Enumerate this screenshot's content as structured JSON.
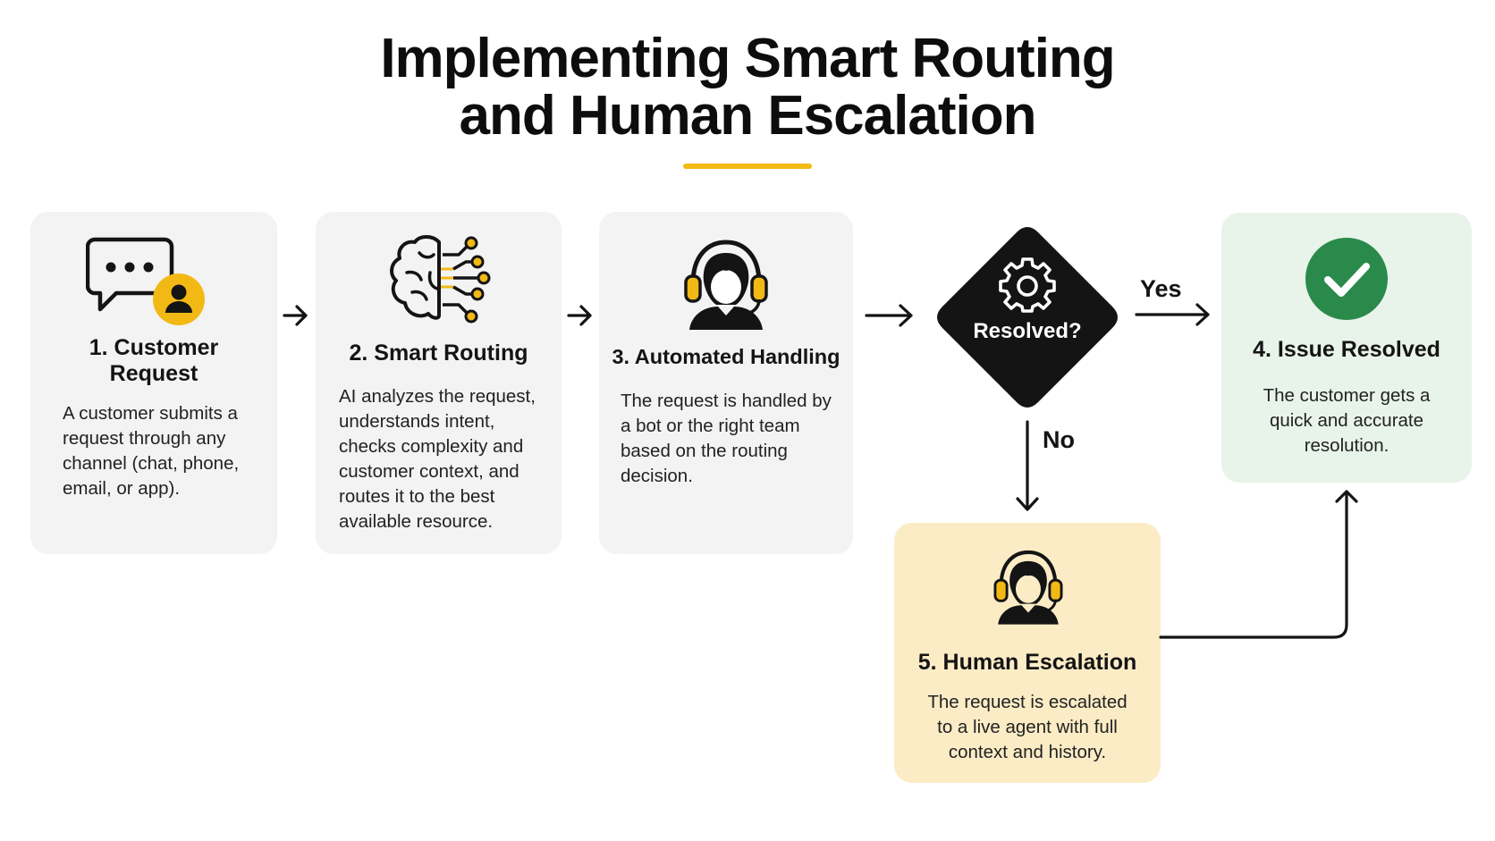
{
  "title": {
    "line1": "Implementing Smart Routing",
    "line2": "and Human Escalation"
  },
  "accent_color": "#f2b915",
  "steps": [
    {
      "title_line1": "1. Customer",
      "title_line2": "Request",
      "description": "A customer submits a request through any channel (chat, phone, email, or app).",
      "icon": "chat-bubble-user-icon"
    },
    {
      "title": "2. Smart Routing",
      "description": "AI analyzes the request, understands intent, checks complexity and customer context, and routes it to the best available resource.",
      "icon": "ai-brain-circuit-icon"
    },
    {
      "title": "3. Automated Handling",
      "description": "The request is handled by a bot or the right team based on the routing decision.",
      "icon": "agent-headset-icon"
    }
  ],
  "decision": {
    "label": "Resolved?",
    "yes_label": "Yes",
    "no_label": "No",
    "icon": "gear-icon"
  },
  "resolved": {
    "title": "4. Issue Resolved",
    "description": "The customer gets a quick and accurate resolution.",
    "icon": "checkmark-circle-icon",
    "color": "#2a8a4c"
  },
  "escalation": {
    "title": "5. Human Escalation",
    "description": "The request is escalated to a live agent with full context and history.",
    "icon": "agent-headset-icon"
  }
}
